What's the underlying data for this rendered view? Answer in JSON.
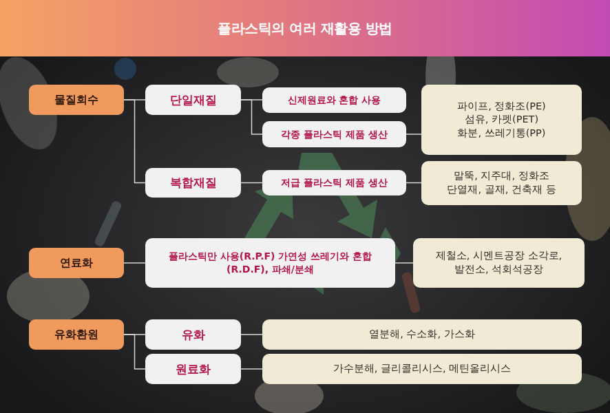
{
  "diagram": {
    "title": "플라스틱의 여러 재활용 방법",
    "nodes": [
      {
        "text": [
          "물질회수"
        ]
      },
      {
        "text": [
          "단일재질"
        ]
      },
      {
        "text": [
          "신제원료와 혼합 사용"
        ]
      },
      {
        "text": [
          "각종 플라스틱 제품 생산"
        ]
      },
      {
        "text": [
          "파이프, 정화조(PE) 섬유, 카펫(PET) 화분, 쓰레기통(PP)"
        ]
      },
      {
        "text": [
          "복합재질"
        ]
      },
      {
        "text": [
          "저급 플라스틱 제품 생산"
        ]
      },
      {
        "text": [
          "말뚝, 지주대, 정화조 단열재, 골재, 건축재 등"
        ]
      },
      {
        "text": [
          "연료화"
        ]
      },
      {
        "text": [
          "플라스틱만 사용(R.P.F) 가연성 쓰레기와 혼합(R.D.F), 파쇄/분쇄"
        ]
      },
      {
        "text": [
          "제철소, 시멘트공장 소각로, 발전소, 석회석공장"
        ]
      },
      {
        "text": [
          "유화환원"
        ]
      },
      {
        "text": [
          "유화"
        ]
      },
      {
        "text": [
          "열분해, 수소화, 가스화"
        ]
      },
      {
        "text": [
          "원료화"
        ]
      },
      {
        "text": [
          "가수분해, 글리콜리시스, 메틴올리시스"
        ]
      }
    ],
    "edges": [
      {
        "from": 0,
        "to": 1,
        "arrow": "none"
      },
      {
        "from": 0,
        "to": 5,
        "arrow": "none"
      },
      {
        "from": 1,
        "to": 2,
        "arrow": "none"
      },
      {
        "from": 1,
        "to": 3,
        "arrow": "none"
      },
      {
        "from": 3,
        "to": 4,
        "arrow": "none"
      },
      {
        "from": 5,
        "to": 6,
        "arrow": "none"
      },
      {
        "from": 6,
        "to": 7,
        "arrow": "none"
      },
      {
        "from": 8,
        "to": 9,
        "arrow": "none"
      },
      {
        "from": 9,
        "to": 10,
        "arrow": "none"
      },
      {
        "from": 11,
        "to": 12,
        "arrow": "none"
      },
      {
        "from": 11,
        "to": 14,
        "arrow": "none"
      },
      {
        "from": 12,
        "to": 13,
        "arrow": "none"
      },
      {
        "from": 14,
        "to": 15,
        "arrow": "none"
      }
    ]
  }
}
